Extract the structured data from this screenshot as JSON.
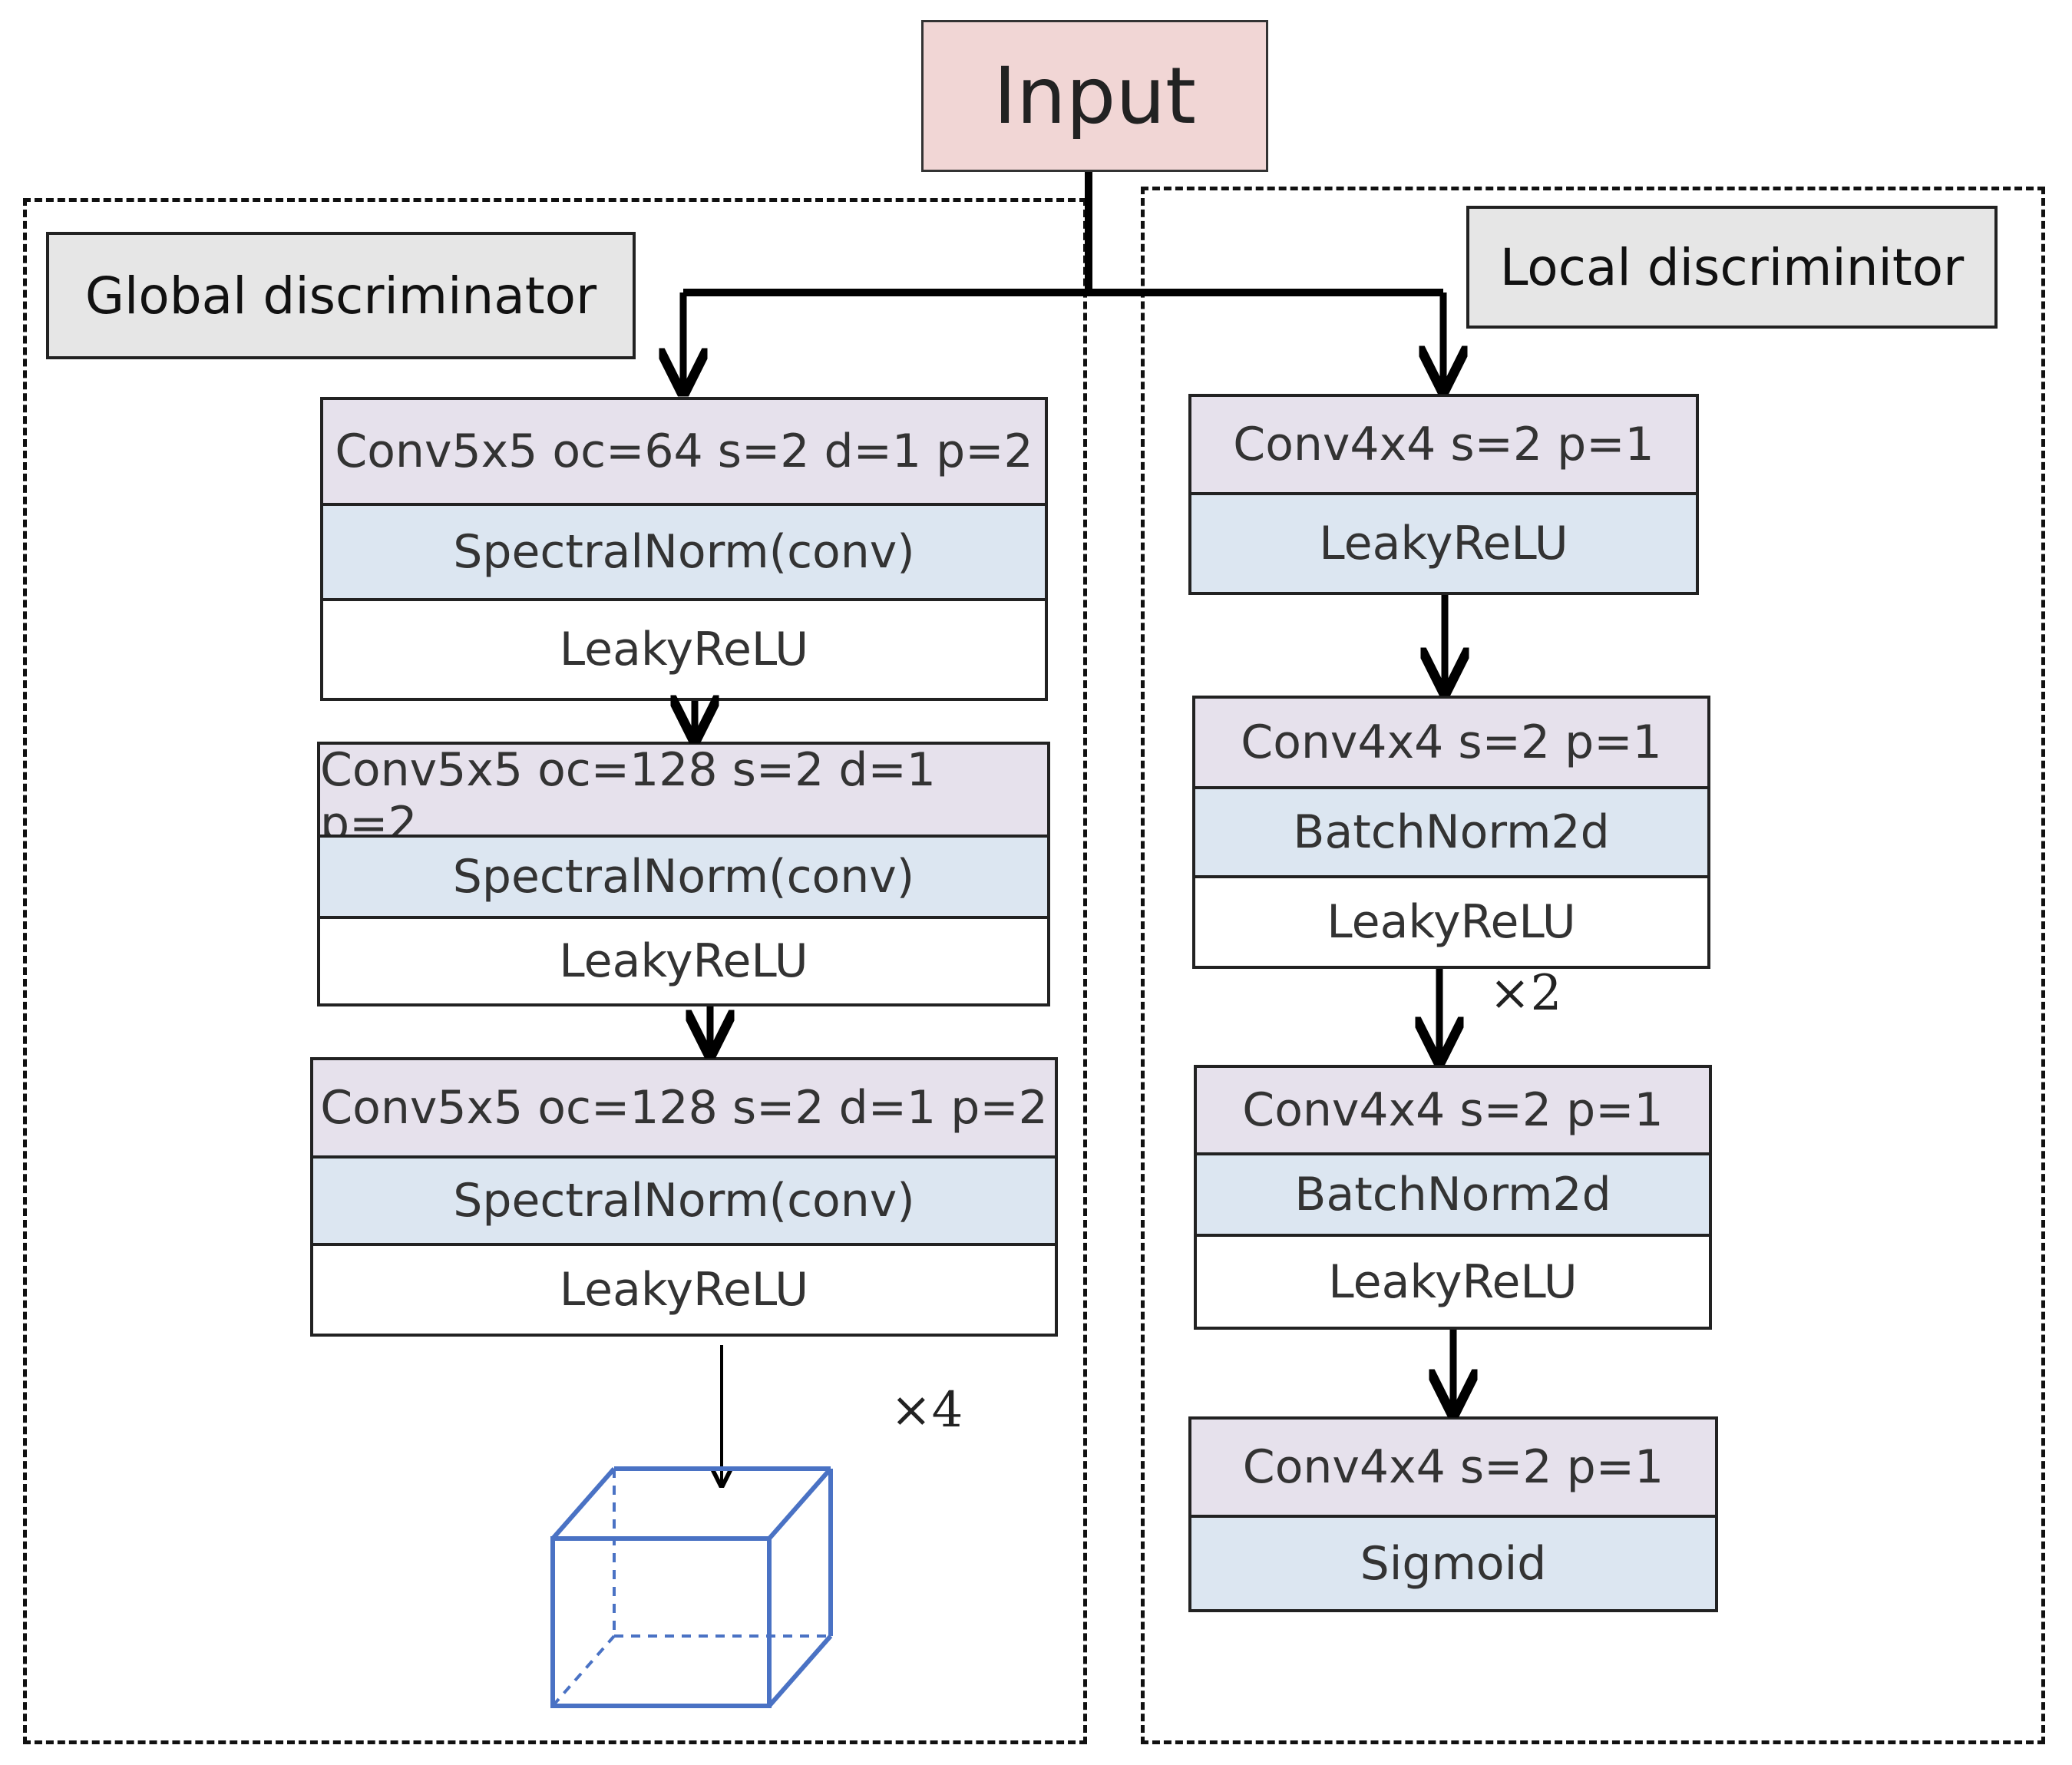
{
  "input": {
    "label": "Input"
  },
  "global": {
    "title": "Global discriminator",
    "blocks": [
      {
        "conv": "Conv5x5 oc=64 s=2 d=1 p=2",
        "norm": "SpectralNorm(conv)",
        "act": "LeakyReLU"
      },
      {
        "conv": "Conv5x5 oc=128 s=2 d=1 p=2",
        "norm": "SpectralNorm(conv)",
        "act": "LeakyReLU"
      },
      {
        "conv": "Conv5x5 oc=128 s=2 d=1 p=2",
        "norm": "SpectralNorm(conv)",
        "act": "LeakyReLU"
      }
    ],
    "repeat": "×4"
  },
  "local": {
    "title": "Local discriminitor",
    "blocks": [
      {
        "conv": "Conv4x4  s=2  p=1",
        "act": "LeakyReLU"
      },
      {
        "conv": "Conv4x4  s=2  p=1",
        "norm": "BatchNorm2d",
        "act": "LeakyReLU"
      },
      {
        "conv": "Conv4x4  s=2  p=1",
        "norm": "BatchNorm2d",
        "act": "LeakyReLU"
      },
      {
        "conv": "Conv4x4  s=2  p=1",
        "act": "Sigmoid"
      }
    ],
    "repeat": "×2"
  },
  "colors": {
    "input_fill": "#f1d6d5",
    "conv_fill": "#e6e1ec",
    "norm_fill": "#dce6f1",
    "title_fill": "#e6e6e6",
    "cube_stroke": "#4a72c4"
  },
  "icons": {
    "output": "cube-icon"
  }
}
